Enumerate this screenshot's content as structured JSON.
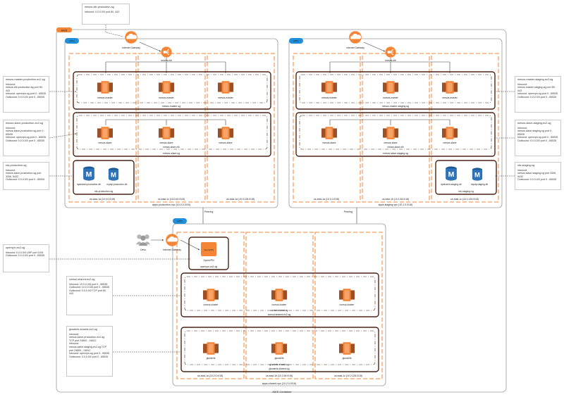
{
  "diagram": {
    "aws_label": "AWS",
    "vpc_label": "VPC",
    "container_label": "AWS Container",
    "production_vpc": "apps-production-vpc (10.0.0.0/16)",
    "staging_vpc": "apps-staging-vpc (10.1.0.0/16)",
    "shared_vpc": "apps-shared-vpc (10.2.0.0/16)",
    "peering_left": "Peering",
    "peering_right": "Peering",
    "igw_label": "Internet Gateway",
    "elb_label": "mesos-elb",
    "master_label": "mesos-master",
    "slave_label": "mesos-slave",
    "consul_label": "consul-cluster",
    "gluster_label": "glusterfs",
    "openvpn_label": "OpenVPN",
    "openvpn_badge": "OpenVPN",
    "users_label": "Devs",
    "prod_sg": {
      "master": "mesos-master-sg",
      "slave_elb": "mesos-slave-elb",
      "slave": "mesos-slave-sg",
      "rds": "rds-production-sg"
    },
    "staging_sg": {
      "master": "mesos-master-staging-sg",
      "slave_elb": "mesos-slave-elb",
      "slave": "mesos-slave-staging-sg",
      "rds": "rds-staging-sg"
    },
    "shared_sg": {
      "openvpn": "openvpn-ec2-sg",
      "consul_shared": "consul-shared-sg",
      "consul": "consul-shared-ec2-sg",
      "gluster_shared": "glusterfs-shared-sg",
      "gluster": "glusterfs-shared-sg"
    },
    "db": {
      "prod_shared": "apshared-production-db",
      "prod_mysql": "mysql-production-db",
      "staging_shared": "apshared-staging-db",
      "staging_mysql": "mysql-staging-db"
    },
    "prod_azs": [
      "us-east-1a (10.0.0.0/18)",
      "us-east-1c (10.0.64.0/18)",
      "us-east-1d (10.0.128.0/18)"
    ],
    "staging_azs": [
      "us-east-1a (10.1.0.0/18)",
      "us-east-1b (10.1.64.0/18)",
      "us-east-1c (10.1.128.0/18)"
    ],
    "shared_azs": [
      "us-east-1a (10.2.0.0/18)",
      "us-east-1b (10.2.64.0/18)",
      "us-east-1c (10.2.128.0/18)"
    ]
  },
  "notes": {
    "elb_sg": {
      "title": "mesos-elb-production-sg",
      "lines": [
        "Inbound: 0.0.0.0/0 port 80, 443"
      ]
    },
    "master_prod": {
      "title": "mesos-master-production-ec2-sg",
      "lines": [
        "Inbound:",
        "mesos-elb-production-sg port 80, 443",
        "Inbound: openvpn-sg port 0 - 65535",
        "Outbound: 0.0.0.0/0 port 0 - 65535"
      ]
    },
    "slave_prod": {
      "title": "mesos-slave-production-ec2-sg",
      "lines": [
        "Inbound:",
        "mesos-slave-production-sg port 0 - 65535",
        "Inbound: openvpn-sg port 0 - 65535",
        "Outbound: 0.0.0.0/0 port 0 - 65535"
      ]
    },
    "rds_prod": {
      "title": "rds-production-sg",
      "lines": [
        "Inbound:",
        "mesos-slave-production-sg port 3306, 5432",
        "Outbound: 0.0.0.0/0 port 0 - 65535"
      ]
    },
    "master_staging": {
      "title": "mesos-master-staging-ec2-sg",
      "lines": [
        "Inbound:",
        "mesos-master-staging-sg port 80, 443",
        "Inbound: openvpn-sg port 0 - 65535",
        "Outbound: 0.0.0.0/0 port 0 - 65535"
      ]
    },
    "slave_staging": {
      "title": "mesos-slave-staging-ec2-sg",
      "lines": [
        "Inbound:",
        "mesos-slave-staging-sg port 0 - 65535",
        "Inbound: openvpn-sg port 0 - 65535",
        "Outbound: 0.0.0.0/0 port 0 - 65535"
      ]
    },
    "rds_staging": {
      "title": "rds-staging-sg",
      "lines": [
        "Inbound:",
        "mesos-slave-staging-sg port 3306, 5432",
        "Outbound: 0.0.0.0/0 port 0 - 65535"
      ]
    },
    "openvpn": {
      "title": "openvpn-ec2-sg",
      "lines": [
        "Inbound: 0.0.0.0/0 UDP port 1194",
        "Outbound: 0.0.0.0/0 port 0 - 65535"
      ]
    },
    "consul": {
      "title": "consul-shared-ec2-sg",
      "lines": [
        "Inbound: 10.0.0.0/8 port 0 - 65535",
        "Outbound: 10.0.0.0/8 port 0 - 65535",
        "Outbound: 0.0.0.0/0 TCP port 80, 443"
      ]
    },
    "gluster": {
      "title": "glusterfs-shared-ec2-sg",
      "lines": [
        "Inbound:",
        "mesos-slave-production-ec2-sg TCP port 24800 - 24812",
        "Inbound:",
        "mesos-slave-staging-ec2-sg TCP port 24800 - 24812",
        "Inbound: openvpn-sg port 0 - 65535",
        "Outbound: 0.0.0.0/0 port 0 - 65535"
      ]
    }
  },
  "colors": {
    "orange": "#f58536",
    "ec2_dark": "#9d5025",
    "ec2_light": "#f58536",
    "rds_blue": "#2e73b8",
    "sg_border": "#4a2418",
    "vpc_blue": "#1f8fd9",
    "line": "#444444"
  }
}
